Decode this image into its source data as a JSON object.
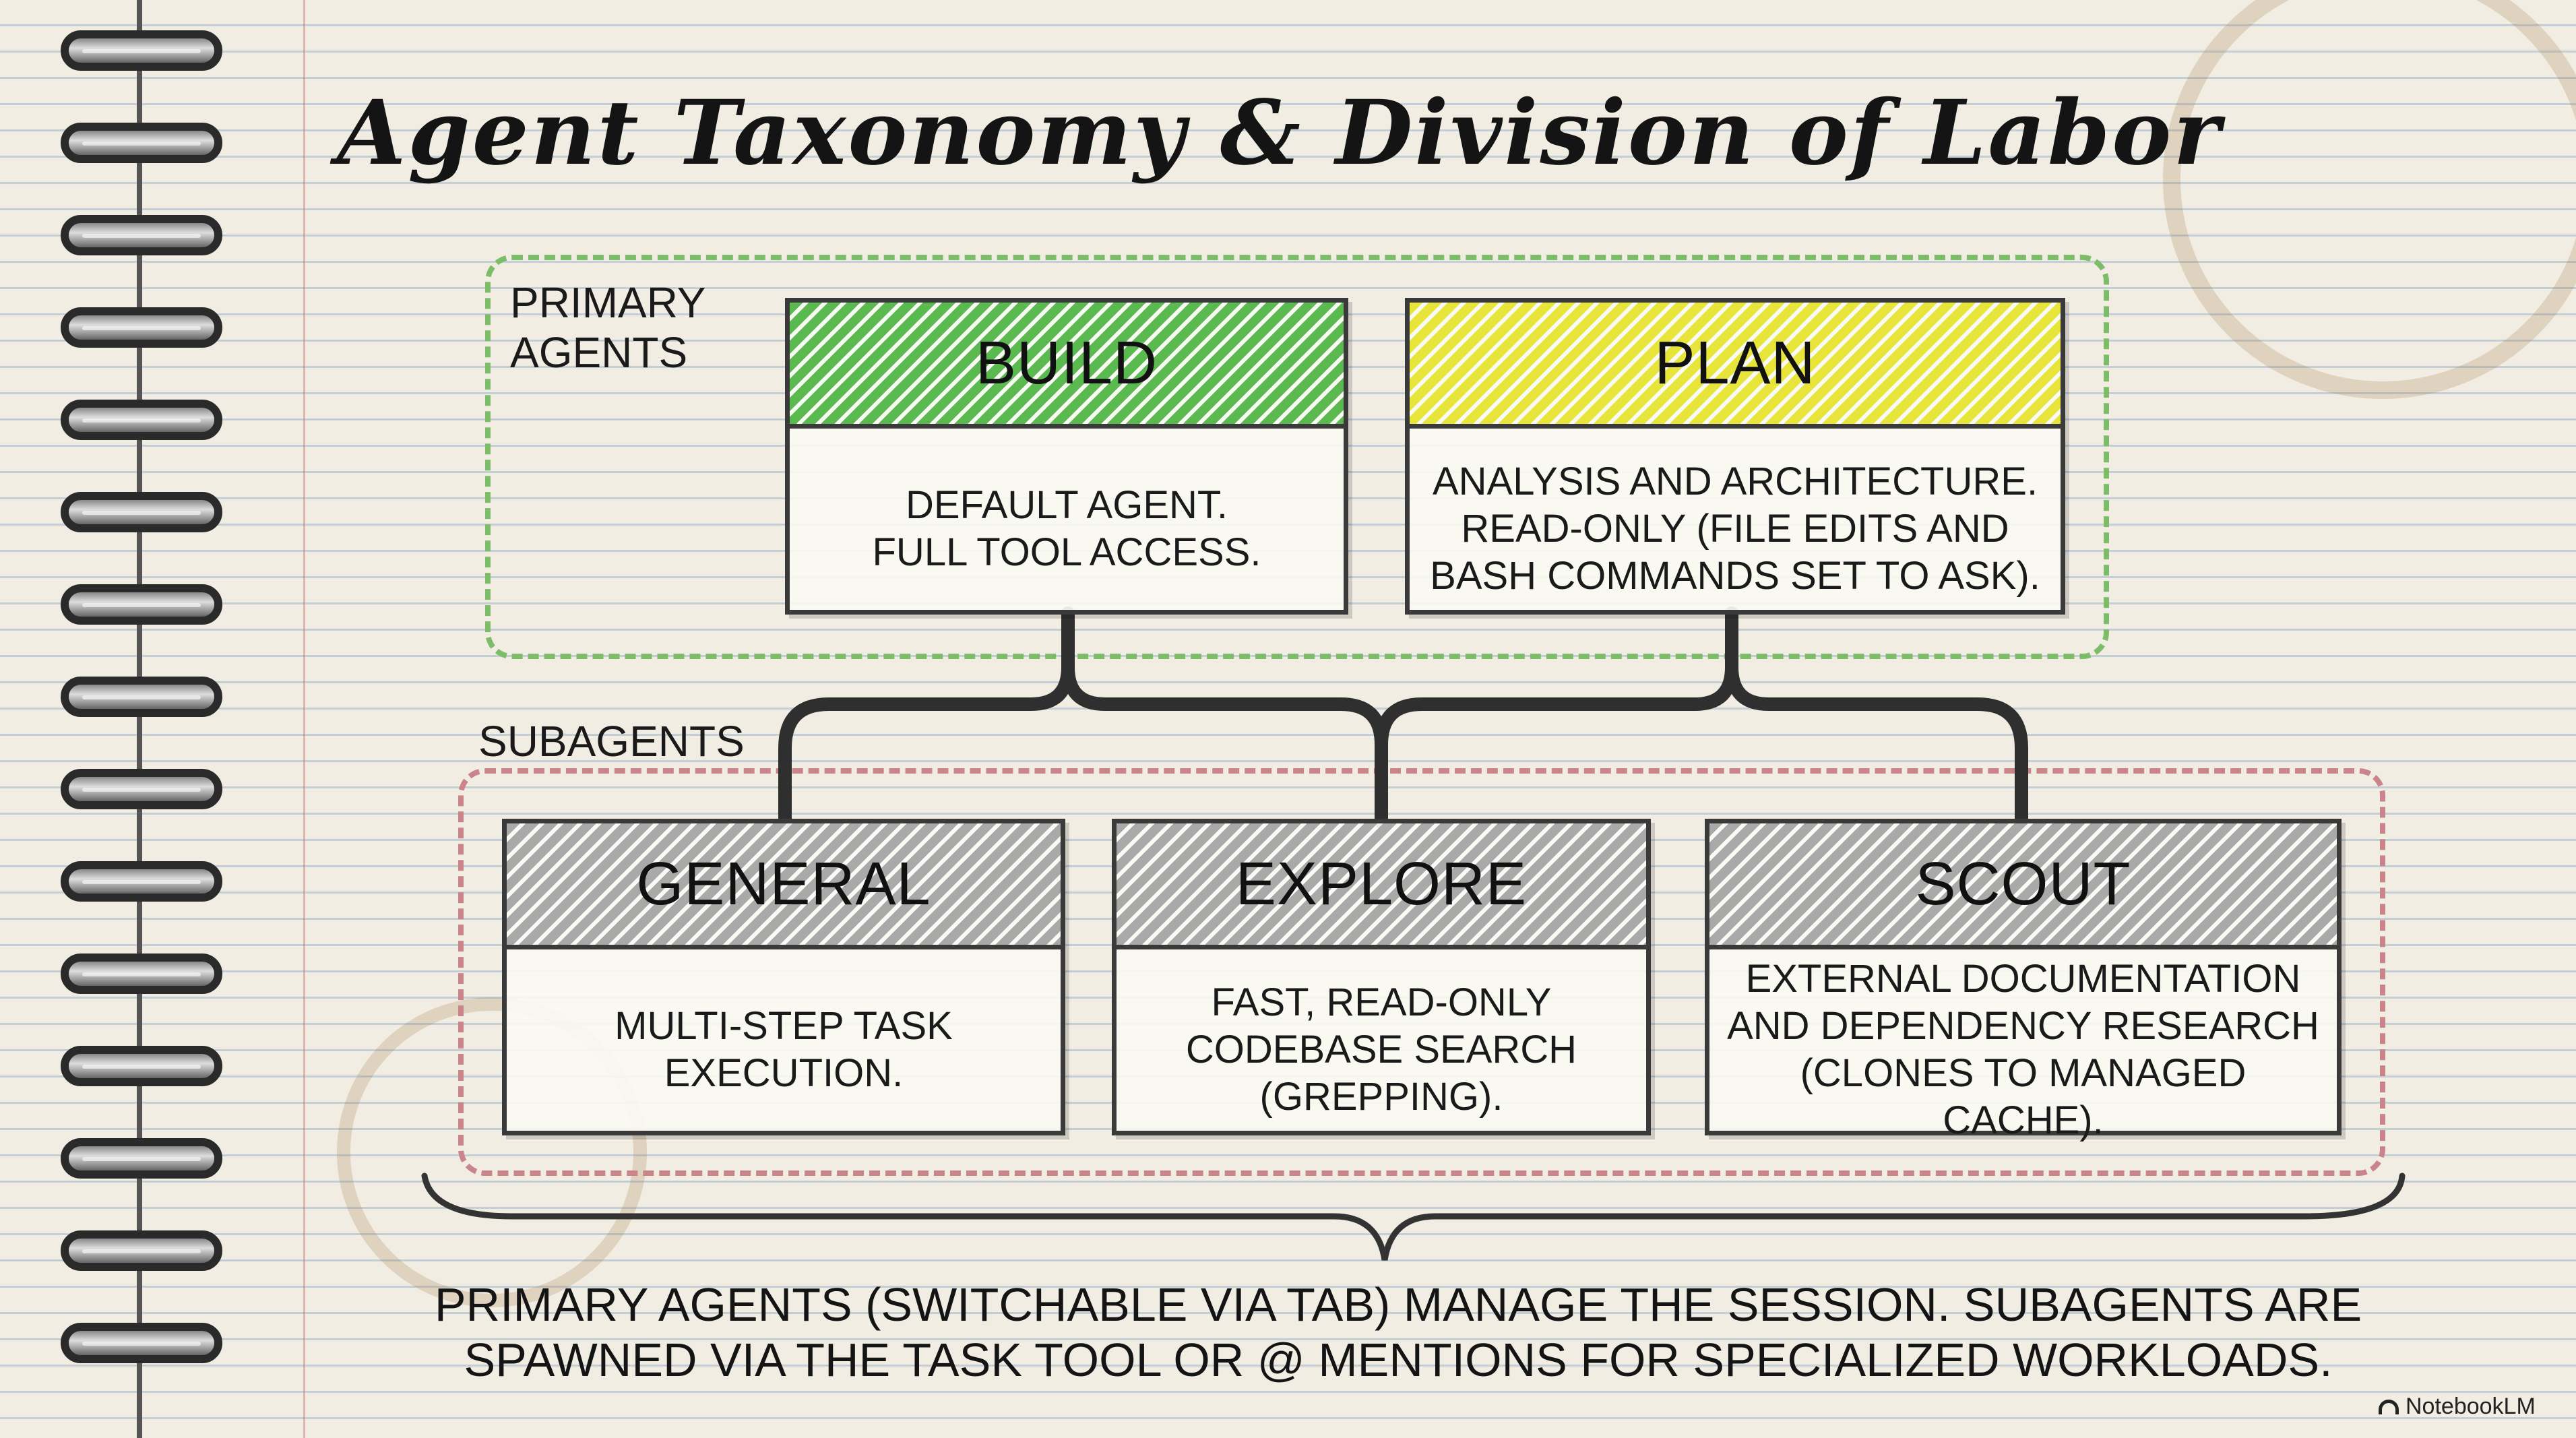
{
  "title": "Agent Taxonomy & Division of Labor",
  "groups": {
    "primary": {
      "label": "Primary\nAgents",
      "border_color": "#7dbd6a"
    },
    "subagents": {
      "label": "Subagents",
      "border_color": "#c9858a"
    }
  },
  "cards": {
    "build": {
      "name": "BUILD",
      "lines": [
        "DEFAULT AGENT.",
        "FULL TOOL ACCESS."
      ],
      "color": "#5aba50"
    },
    "plan": {
      "name": "PLAN",
      "lines": [
        "ANALYSIS AND ARCHITECTURE.",
        "READ-ONLY (FILE EDITS AND",
        "BASH COMMANDS SET TO ASK)."
      ],
      "color": "#e8e53a"
    },
    "general": {
      "name": "GENERAL",
      "lines": [
        "MULTI-STEP TASK",
        "EXECUTION."
      ],
      "color": "#a9a9a9"
    },
    "explore": {
      "name": "EXPLORE",
      "lines": [
        "FAST, READ-ONLY",
        "CODEBASE SEARCH",
        "(GREPPING)."
      ],
      "color": "#a9a9a9"
    },
    "scout": {
      "name": "SCOUT",
      "lines": [
        "EXTERNAL DOCUMENTATION",
        "AND DEPENDENCY RESEARCH",
        "(CLONES TO MANAGED CACHE)."
      ],
      "color": "#a9a9a9"
    }
  },
  "footer": {
    "lines": [
      "Primary agents (switchable via Tab) manage the session. Subagents are",
      "spawned via the task tool or @ mentions for specialized workloads."
    ]
  },
  "brand": "NotebookLM"
}
